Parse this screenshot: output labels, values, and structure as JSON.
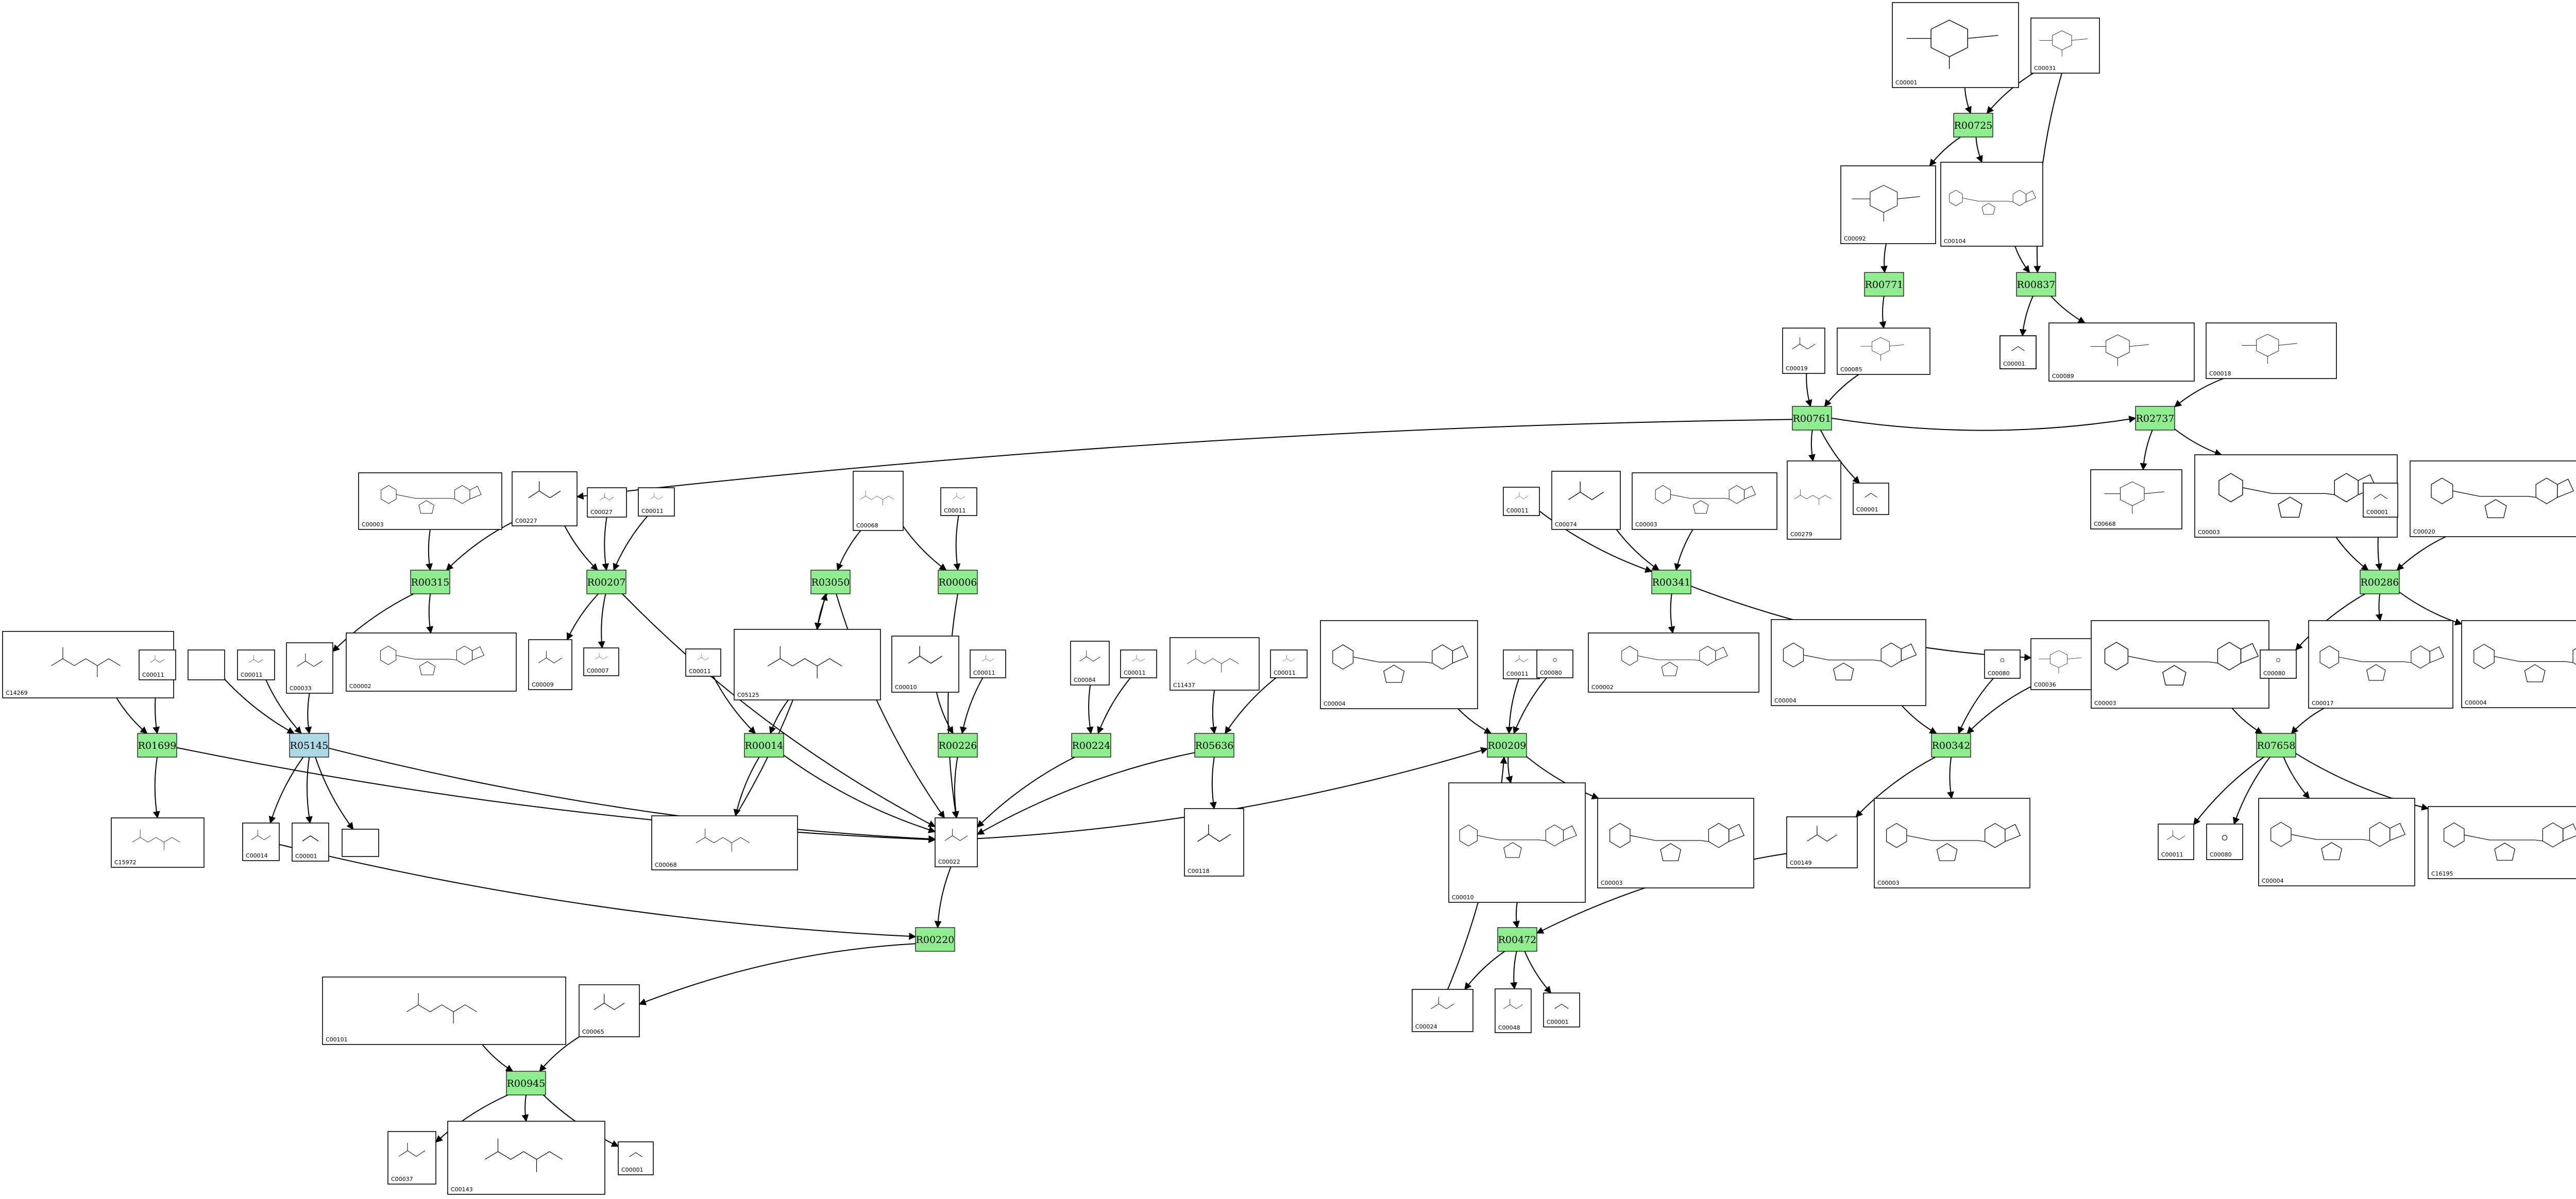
{
  "colors": {
    "reaction_fill": "#90ee90",
    "highlight_fill": "#add8e6",
    "edge": "#000000"
  },
  "reactions": [
    {
      "id": "R00725",
      "label": "R00725"
    },
    {
      "id": "R00771",
      "label": "R00771"
    },
    {
      "id": "R00837",
      "label": "R00837"
    },
    {
      "id": "R00761",
      "label": "R00761"
    },
    {
      "id": "R02737",
      "label": "R02737"
    },
    {
      "id": "R00315",
      "label": "R00315"
    },
    {
      "id": "R00207",
      "label": "R00207"
    },
    {
      "id": "R03050",
      "label": "R03050"
    },
    {
      "id": "R00006",
      "label": "R00006"
    },
    {
      "id": "R00341",
      "label": "R00341"
    },
    {
      "id": "R00286",
      "label": "R00286"
    },
    {
      "id": "R01699",
      "label": "R01699"
    },
    {
      "id": "R05145",
      "label": "R05145",
      "highlight": true
    },
    {
      "id": "R00014",
      "label": "R00014"
    },
    {
      "id": "R00226",
      "label": "R00226"
    },
    {
      "id": "R00224",
      "label": "R00224"
    },
    {
      "id": "R05636",
      "label": "R05636"
    },
    {
      "id": "R00209",
      "label": "R00209"
    },
    {
      "id": "R00342",
      "label": "R00342"
    },
    {
      "id": "R07658",
      "label": "R07658"
    },
    {
      "id": "R00220",
      "label": "R00220"
    },
    {
      "id": "R00472",
      "label": "R00472"
    },
    {
      "id": "R00945",
      "label": "R00945"
    }
  ],
  "compounds": [
    {
      "id": "c1",
      "label": "C00001",
      "glyph": "ring"
    },
    {
      "id": "c2",
      "label": "C00031",
      "glyph": "ring"
    },
    {
      "id": "c3",
      "label": "C00092",
      "glyph": "ring"
    },
    {
      "id": "c4",
      "label": "C00104",
      "glyph": "nucleotide"
    },
    {
      "id": "c5",
      "label": "C00001",
      "glyph": "water"
    },
    {
      "id": "c6",
      "label": "C00089",
      "glyph": "ring"
    },
    {
      "id": "c7",
      "label": "C00019",
      "glyph": "small"
    },
    {
      "id": "c8",
      "label": "C00085",
      "glyph": "ring"
    },
    {
      "id": "c9",
      "label": "C00018",
      "glyph": "ring"
    },
    {
      "id": "c10",
      "label": "C00279",
      "glyph": "chain"
    },
    {
      "id": "c11",
      "label": "C00001",
      "glyph": "water"
    },
    {
      "id": "c12",
      "label": "C00668",
      "glyph": "ring"
    },
    {
      "id": "c13",
      "label": "C00003",
      "glyph": "nucleotide"
    },
    {
      "id": "c14",
      "label": "C00227",
      "glyph": "small"
    },
    {
      "id": "c15",
      "label": "C00027",
      "glyph": "small"
    },
    {
      "id": "c16",
      "label": "C00011",
      "glyph": "small"
    },
    {
      "id": "c17",
      "label": "C00068",
      "glyph": "chain"
    },
    {
      "id": "c18",
      "label": "C00011",
      "glyph": "small"
    },
    {
      "id": "c19",
      "label": "C00011",
      "glyph": "small"
    },
    {
      "id": "c20",
      "label": "C00074",
      "glyph": "small"
    },
    {
      "id": "c21",
      "label": "C00003",
      "glyph": "nucleotide"
    },
    {
      "id": "c22",
      "label": "C00003",
      "glyph": "nucleotide"
    },
    {
      "id": "c23",
      "label": "C00001",
      "glyph": "water"
    },
    {
      "id": "c24",
      "label": "C00020",
      "glyph": "nucleotide"
    },
    {
      "id": "c25",
      "label": "C14269",
      "glyph": "chain"
    },
    {
      "id": "c26",
      "label": "C00011",
      "glyph": "small"
    },
    {
      "id": "c27",
      "label": "",
      "glyph": "empty"
    },
    {
      "id": "c28",
      "label": "C00011",
      "glyph": "small"
    },
    {
      "id": "c29",
      "label": "C00033",
      "glyph": "small"
    },
    {
      "id": "c30",
      "label": "C00002",
      "glyph": "nucleotide"
    },
    {
      "id": "c31",
      "label": "C00009",
      "glyph": "small"
    },
    {
      "id": "c32",
      "label": "C00007",
      "glyph": "small"
    },
    {
      "id": "c33",
      "label": "C00011",
      "glyph": "small"
    },
    {
      "id": "c34",
      "label": "C05125",
      "glyph": "chain"
    },
    {
      "id": "c35",
      "label": "C00010",
      "glyph": "small"
    },
    {
      "id": "c36",
      "label": "C00011",
      "glyph": "small"
    },
    {
      "id": "c37",
      "label": "C00084",
      "glyph": "small"
    },
    {
      "id": "c38",
      "label": "C00011",
      "glyph": "small"
    },
    {
      "id": "c39",
      "label": "C11437",
      "glyph": "chain"
    },
    {
      "id": "c40",
      "label": "C00011",
      "glyph": "small"
    },
    {
      "id": "c41",
      "label": "C00004",
      "glyph": "nucleotide"
    },
    {
      "id": "c42",
      "label": "C00011",
      "glyph": "small"
    },
    {
      "id": "c43",
      "label": "C00080",
      "glyph": "ion"
    },
    {
      "id": "c44",
      "label": "C00002",
      "glyph": "nucleotide"
    },
    {
      "id": "c45",
      "label": "C00004",
      "glyph": "nucleotide"
    },
    {
      "id": "c46",
      "label": "C00080",
      "glyph": "ion"
    },
    {
      "id": "c47",
      "label": "C00036",
      "glyph": "ring"
    },
    {
      "id": "c48",
      "label": "C00003",
      "glyph": "nucleotide"
    },
    {
      "id": "c49",
      "label": "C00080",
      "glyph": "ion"
    },
    {
      "id": "c50",
      "label": "C00017",
      "glyph": "nucleotide"
    },
    {
      "id": "c51",
      "label": "C00004",
      "glyph": "nucleotide"
    },
    {
      "id": "c52",
      "label": "C15972",
      "glyph": "chain"
    },
    {
      "id": "c53",
      "label": "C00014",
      "glyph": "small"
    },
    {
      "id": "c54",
      "label": "C00001",
      "glyph": "water"
    },
    {
      "id": "c55",
      "label": "",
      "glyph": "empty"
    },
    {
      "id": "c56",
      "label": "C00068",
      "glyph": "chain"
    },
    {
      "id": "c57",
      "label": "C00022",
      "glyph": "small"
    },
    {
      "id": "c58",
      "label": "C00118",
      "glyph": "small"
    },
    {
      "id": "c59",
      "label": "C00010",
      "glyph": "nucleotide"
    },
    {
      "id": "c60",
      "label": "C00003",
      "glyph": "nucleotide"
    },
    {
      "id": "c61",
      "label": "C00149",
      "glyph": "small"
    },
    {
      "id": "c62",
      "label": "C00003",
      "glyph": "nucleotide"
    },
    {
      "id": "c63",
      "label": "C00011",
      "glyph": "small"
    },
    {
      "id": "c64",
      "label": "C00080",
      "glyph": "ion"
    },
    {
      "id": "c65",
      "label": "C00004",
      "glyph": "nucleotide"
    },
    {
      "id": "c66",
      "label": "C16195",
      "glyph": "nucleotide"
    },
    {
      "id": "c67",
      "label": "C00101",
      "glyph": "chain"
    },
    {
      "id": "c68",
      "label": "C00065",
      "glyph": "small"
    },
    {
      "id": "c69",
      "label": "C00024",
      "glyph": "small"
    },
    {
      "id": "c70",
      "label": "C00048",
      "glyph": "small"
    },
    {
      "id": "c71",
      "label": "C00001",
      "glyph": "water"
    },
    {
      "id": "c72",
      "label": "C00037",
      "glyph": "small"
    },
    {
      "id": "c73",
      "label": "C00143",
      "glyph": "chain"
    },
    {
      "id": "c74",
      "label": "C00001",
      "glyph": "water"
    },
    {
      "id": "c75",
      "label": "C00001",
      "glyph": "water"
    }
  ]
}
